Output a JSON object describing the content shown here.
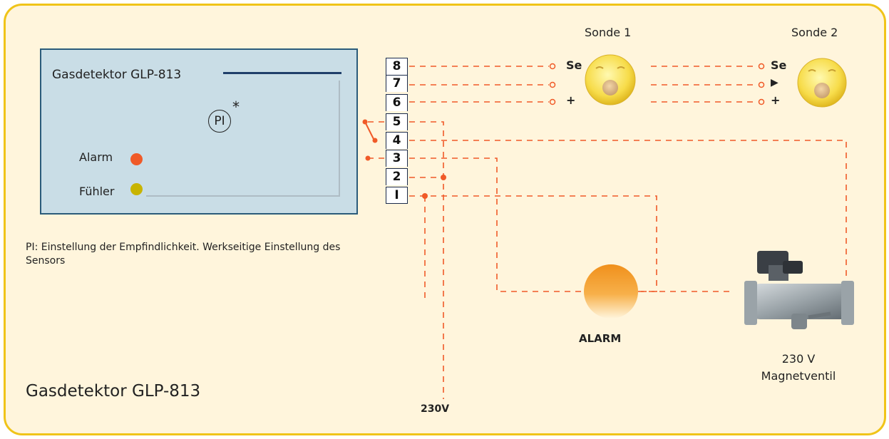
{
  "device": {
    "title": "Gasdetektor GLP-813",
    "pi_label": "PI",
    "pi_mark": "*",
    "alarm_label": "Alarm",
    "sensor_label": "Fühler"
  },
  "note": "PI: Einstellung der Empfindlichkeit. Werkseitige Einstellung des Sensors",
  "footer_title": "Gasdetektor GLP-813",
  "terminals": [
    "8",
    "7",
    "6",
    "5",
    "4",
    "3",
    "2",
    "I"
  ],
  "sonde1": {
    "label": "Sonde 1",
    "pins": [
      "Se",
      "",
      "+"
    ]
  },
  "sonde2": {
    "label": "Sonde 2",
    "pins": [
      "Se",
      "▶",
      "+"
    ]
  },
  "alarm": {
    "label": "ALARM"
  },
  "valve": {
    "line1": "230 V",
    "line2": "Magnetventil"
  },
  "supply": {
    "label": "230V"
  },
  "colors": {
    "frame": "#f0c419",
    "background": "#fff5dc",
    "wire": "#f05a28",
    "device_panel": "#c9dde6",
    "alarm_led": "#f05a28",
    "sensor_led": "#c8b400"
  }
}
